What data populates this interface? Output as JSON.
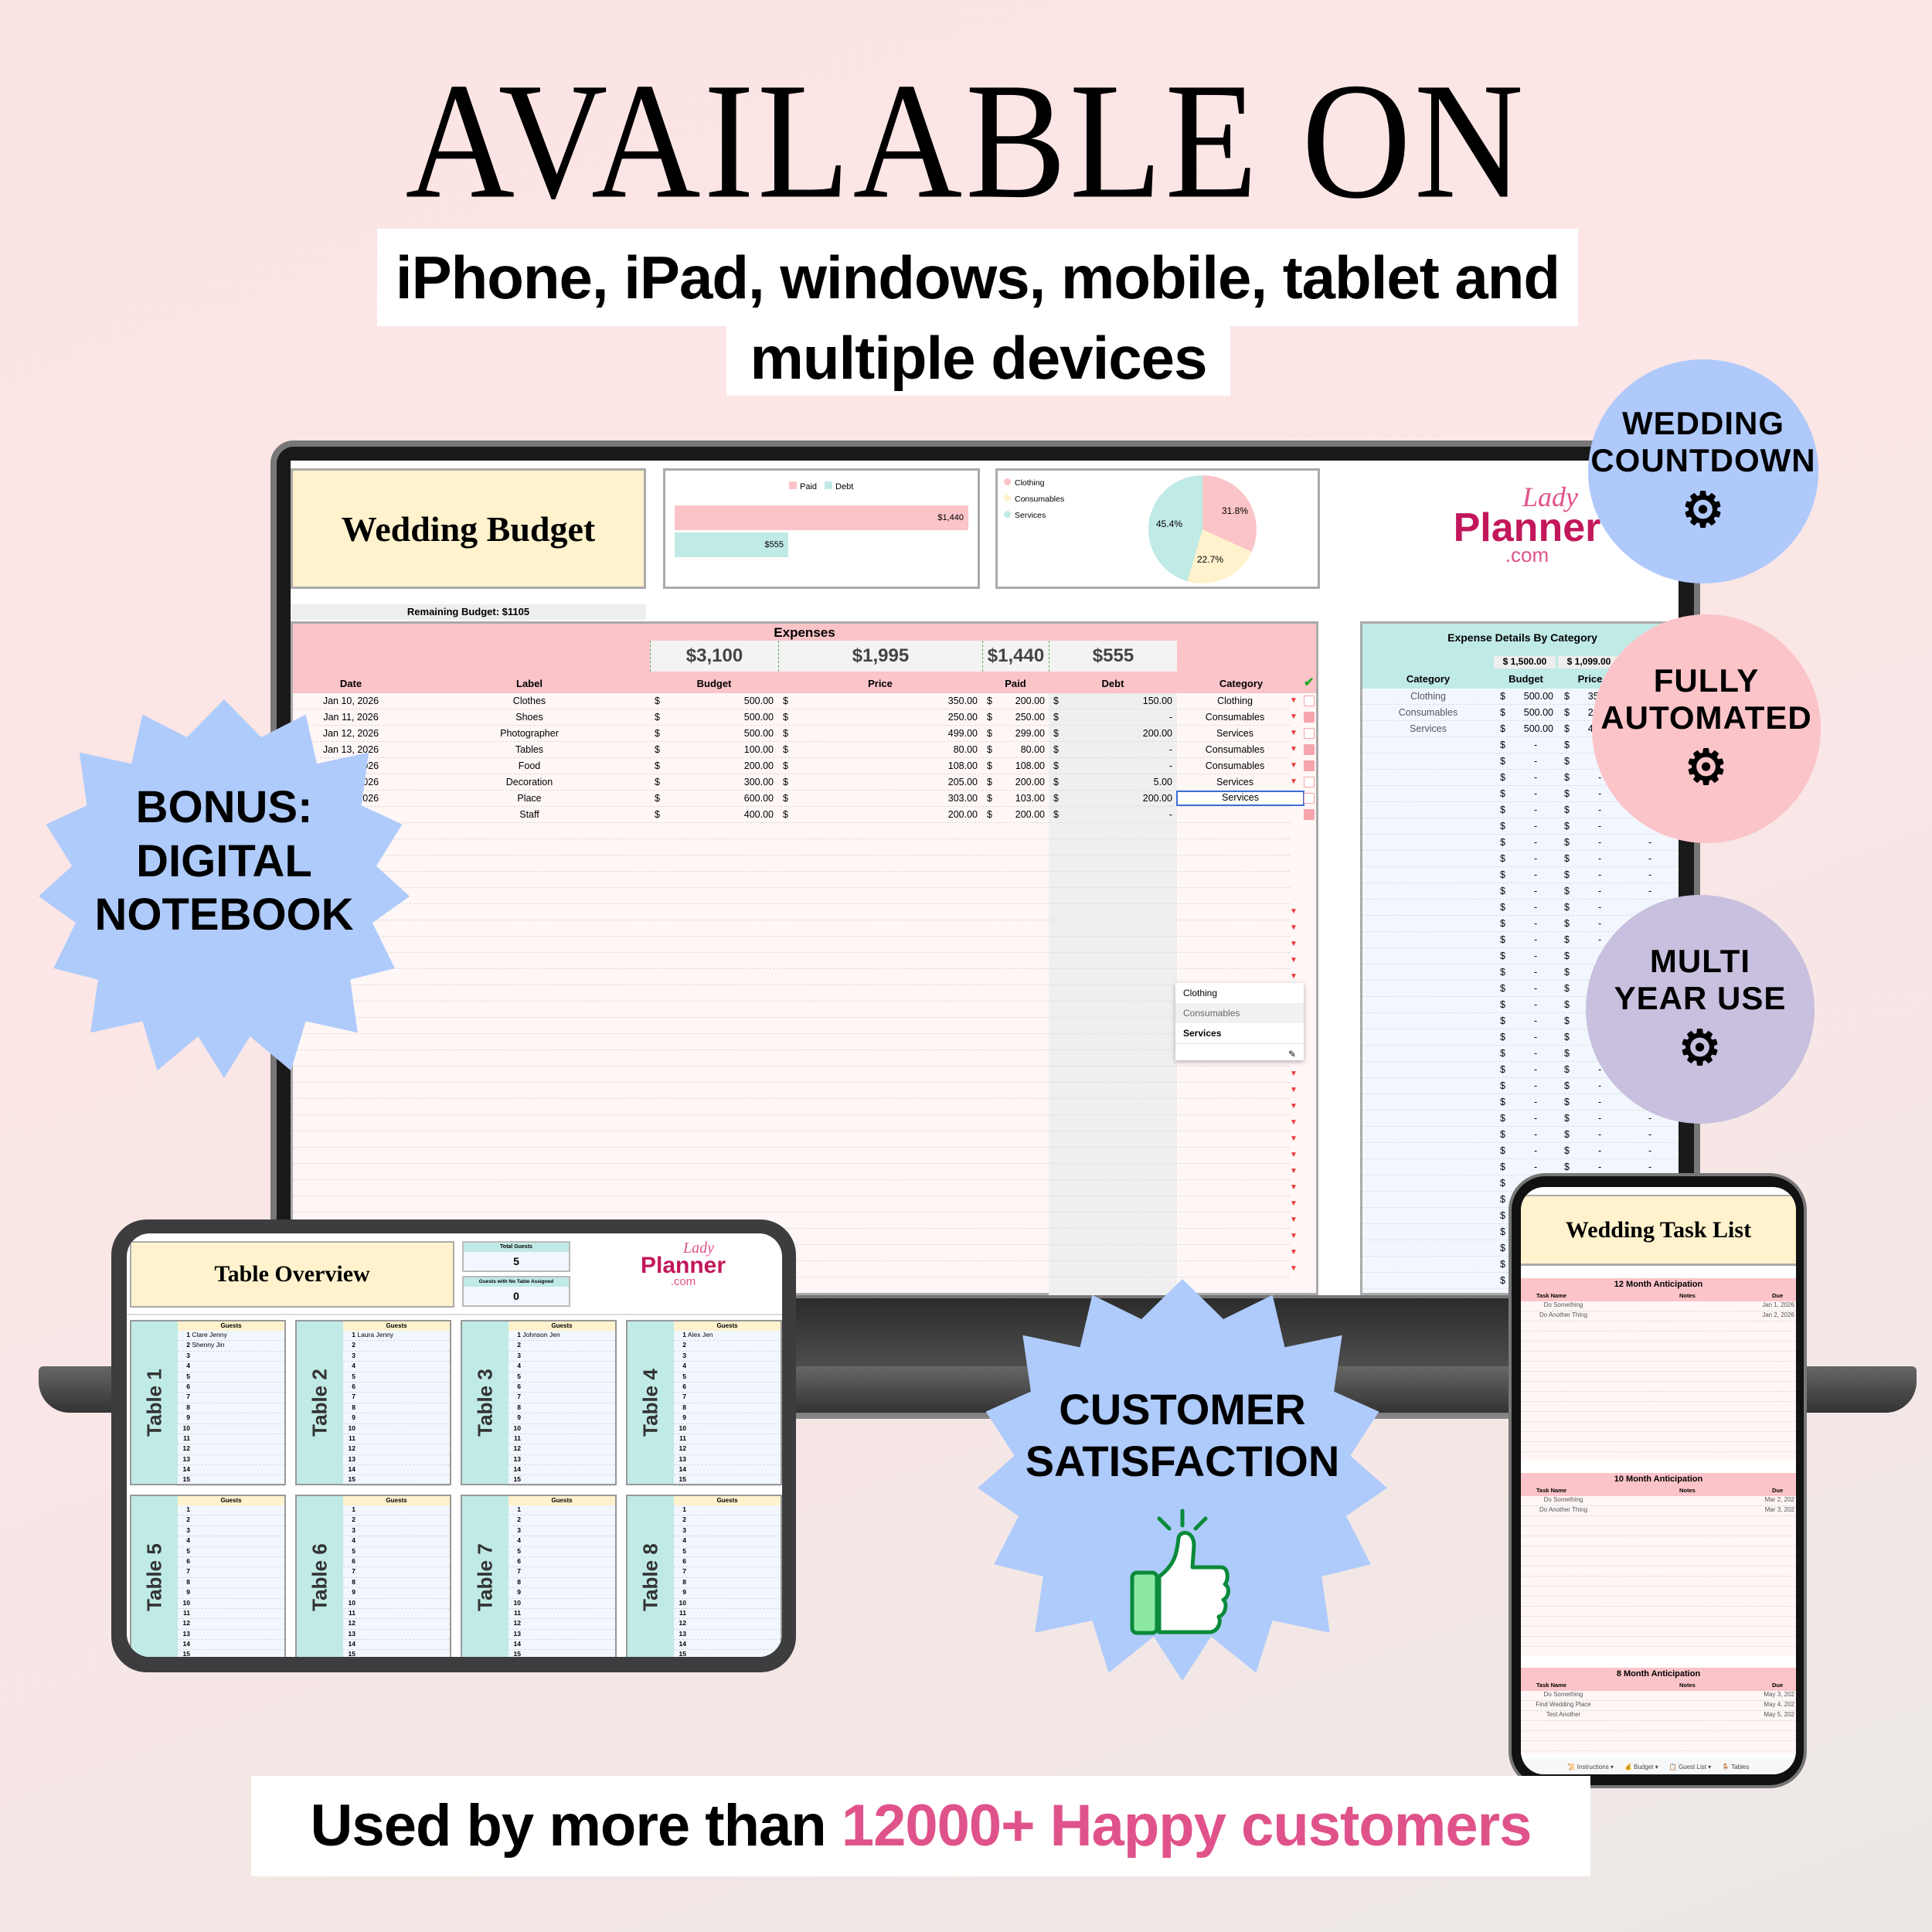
{
  "headline": "AVAILABLE ON",
  "subheadline": {
    "line1": "iPhone, iPad, windows, mobile, tablet and",
    "line2": "multiple devices"
  },
  "footer": {
    "prefix": "Used by more than",
    "highlight": "12000+ Happy customers",
    "highlight_color": "#e0528a"
  },
  "badges": {
    "wedding_countdown": {
      "line1": "WEDDING",
      "line2": "COUNTDOWN",
      "color": "#afc9fb",
      "icon": "gear-sync-icon"
    },
    "fully_automated": {
      "line1": "FULLY",
      "line2": "AUTOMATED",
      "color": "#fbc4c8",
      "icon": "gear-sync-icon"
    },
    "multi_year": {
      "line1": "MULTI",
      "line2": "YEAR USE",
      "color": "#c8c0de",
      "icon": "gear-sync-icon"
    },
    "bonus": {
      "line1": "BONUS:",
      "line2": "DIGITAL",
      "line3": "NOTEBOOK",
      "color": "#aecbfb"
    },
    "satisfaction": {
      "line1": "CUSTOMER",
      "line2": "SATISFACTION",
      "icon": "thumbs-up-icon"
    }
  },
  "brand": {
    "top": "Lady",
    "main": "Planner",
    "suffix": ".com",
    "color": "#c2185b"
  },
  "budget_sheet": {
    "title": "Wedding Budget",
    "remaining": "Remaining Budget: $1105",
    "expenses_title": "Expenses",
    "summary": {
      "budget": "$3,100",
      "price": "$1,995",
      "paid": "$1,440",
      "debt": "$555"
    },
    "columns": [
      "Date",
      "Label",
      "Budget",
      "Price",
      "Paid",
      "Debt",
      "Category"
    ],
    "rows": [
      {
        "date": "Jan 10, 2026",
        "label": "Clothes",
        "budget": "500.00",
        "price": "350.00",
        "paid": "200.00",
        "debt": "150.00",
        "category": "Clothing",
        "checked": false
      },
      {
        "date": "Jan 11, 2026",
        "label": "Shoes",
        "budget": "500.00",
        "price": "250.00",
        "paid": "250.00",
        "debt": "-",
        "category": "Consumables",
        "checked": true
      },
      {
        "date": "Jan 12, 2026",
        "label": "Photographer",
        "budget": "500.00",
        "price": "499.00",
        "paid": "299.00",
        "debt": "200.00",
        "category": "Services",
        "checked": false
      },
      {
        "date": "Jan 13, 2026",
        "label": "Tables",
        "budget": "100.00",
        "price": "80.00",
        "paid": "80.00",
        "debt": "-",
        "category": "Consumables",
        "checked": true
      },
      {
        "date": "Jan 14, 2026",
        "label": "Food",
        "budget": "200.00",
        "price": "108.00",
        "paid": "108.00",
        "debt": "-",
        "category": "Consumables",
        "checked": true
      },
      {
        "date": "Jan 15, 2026",
        "label": "Decoration",
        "budget": "300.00",
        "price": "205.00",
        "paid": "200.00",
        "debt": "5.00",
        "category": "Services",
        "checked": false
      },
      {
        "date": "Jan 16, 2026",
        "label": "Place",
        "budget": "600.00",
        "price": "303.00",
        "paid": "103.00",
        "debt": "200.00",
        "category": "Services",
        "checked": false
      },
      {
        "date": "",
        "label": "Staff",
        "budget": "400.00",
        "price": "200.00",
        "paid": "200.00",
        "debt": "-",
        "category": "",
        "checked": true
      }
    ],
    "editing_cell_value": "Services",
    "dropdown_options": [
      "Clothing",
      "Consumables",
      "Services"
    ],
    "currency": "$",
    "bar_chart": {
      "legend": [
        "Paid",
        "Debt"
      ],
      "paid_label": "$1,440",
      "debt_label": "$555"
    },
    "pie_chart": {
      "legend": [
        "Clothing",
        "Consumables",
        "Services"
      ],
      "labels": [
        "31.8%",
        "22.7%",
        "45.4%"
      ]
    },
    "category_panel": {
      "title": "Expense Details By Category",
      "totals": {
        "budget": "$ 1,500.00",
        "price": "$ 1,099.00"
      },
      "columns": [
        "Category",
        "Budget",
        "Price"
      ],
      "rows": [
        {
          "category": "Clothing",
          "budget": "500.00",
          "price": "350.00"
        },
        {
          "category": "Consumables",
          "budget": "500.00",
          "price": "250.00"
        },
        {
          "category": "Services",
          "budget": "500.00",
          "price": "499.00"
        }
      ],
      "empty_value": "-"
    }
  },
  "table_overview": {
    "title": "Table Overview",
    "total_guests_label": "Total Guests",
    "total_guests": "5",
    "unassigned_label": "Guests with No Table Assigned",
    "unassigned": "0",
    "guests_header": "Guests",
    "tables": [
      {
        "name": "Table 1",
        "guests": [
          "Clare Jenny",
          "Shenny Jin"
        ]
      },
      {
        "name": "Table 2",
        "guests": [
          "Laura Jenny"
        ]
      },
      {
        "name": "Table 3",
        "guests": [
          "Johnson Jen"
        ]
      },
      {
        "name": "Table 4",
        "guests": [
          "Alex Jen"
        ]
      },
      {
        "name": "Table 5",
        "guests": []
      },
      {
        "name": "Table 6",
        "guests": []
      },
      {
        "name": "Table 7",
        "guests": []
      },
      {
        "name": "Table 8",
        "guests": []
      }
    ],
    "seats": 15
  },
  "task_list": {
    "title": "Wedding Task List",
    "columns": [
      "Task Name",
      "Notes",
      "Due"
    ],
    "sections": [
      {
        "title": "12 Month Anticipation",
        "tasks": [
          {
            "name": "Do Something",
            "due": "Jan 1, 2026"
          },
          {
            "name": "Do Another Thing",
            "due": "Jan 2, 2026"
          }
        ]
      },
      {
        "title": "10 Month Anticipation",
        "tasks": [
          {
            "name": "Do Something",
            "due": "Mar 2, 202"
          },
          {
            "name": "Do Another Thing",
            "due": "Mar 3, 202"
          }
        ]
      },
      {
        "title": "8 Month Anticipation",
        "tasks": [
          {
            "name": "Do Something",
            "due": "May 3, 202"
          },
          {
            "name": "Find Wedding Place",
            "due": "May 4, 202"
          },
          {
            "name": "Test Another",
            "due": "May 5, 202"
          }
        ]
      }
    ],
    "sheet_tabs": [
      "Instructions",
      "Budget",
      "Guest List",
      "Tables"
    ]
  }
}
